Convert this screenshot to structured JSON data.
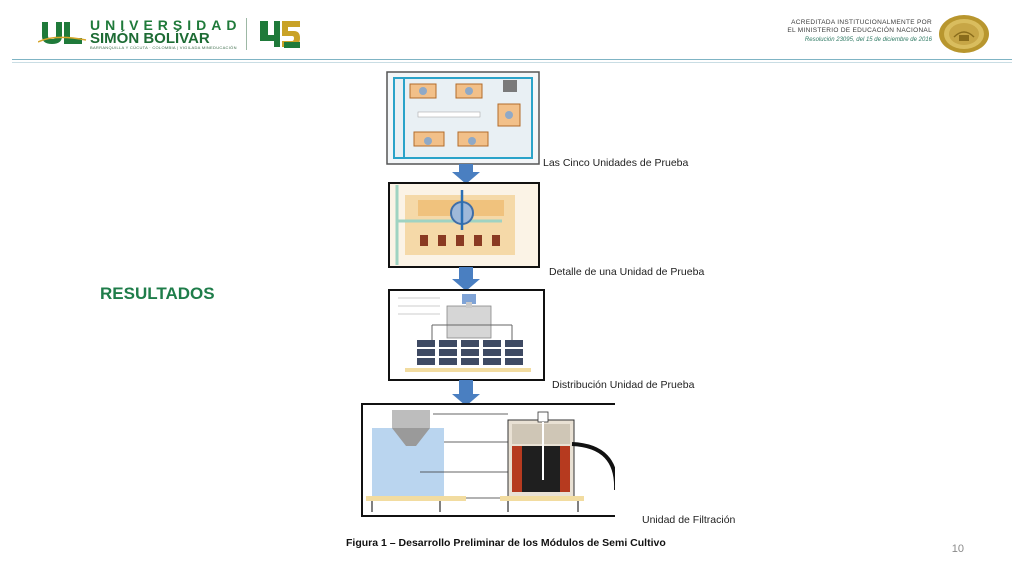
{
  "header": {
    "university_line1": "UNIVERSIDAD",
    "university_line2": "SIMÓN BOLÍVAR",
    "university_tagline": "BARRANQUILLA Y CÚCUTA · COLOMBIA  |  VIGILADA MINEDUCACIÓN",
    "accreditation_line1": "ACREDITADA INSTITUCIONALMENTE POR",
    "accreditation_line2": "EL MINISTERIO DE EDUCACIÓN NACIONAL",
    "accreditation_line3": "Resolución 23095, del 15 de diciembre de 2016"
  },
  "section_title": "RESULTADOS",
  "figure": {
    "stage_labels": [
      "Las Cinco Unidades de Prueba",
      "Detalle de una Unidad de Prueba",
      "Distribución  Unidad de Prueba",
      "Unidad de Filtración"
    ],
    "caption": "Figura 1 – Desarrollo Preliminar de los Módulos de Semi Cultivo"
  },
  "slide_number": "10",
  "colors": {
    "brand_green": "#1f7a3a",
    "title_green": "#1f7d4a",
    "arrow_blue": "#4a7fc1",
    "panel_border": "#111111"
  }
}
